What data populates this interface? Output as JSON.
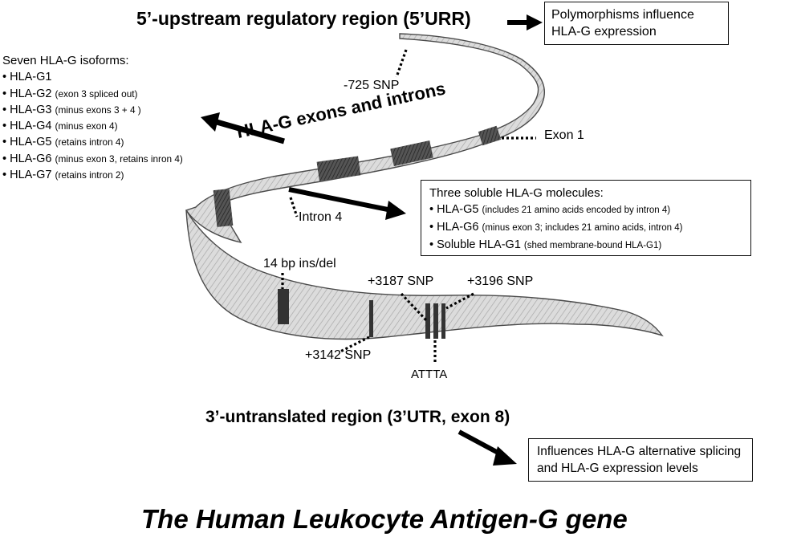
{
  "header": {
    "urr_title": "5’-upstream regulatory region (5’URR)",
    "urr_note_line1": "Polymorphisms influence",
    "urr_note_line2": "HLA-G expression"
  },
  "exons": {
    "heading": "HLA-G exons and introns",
    "exon1": "Exon 1",
    "intron4": "Intron 4",
    "snp_725": "-725 SNP"
  },
  "isoforms": {
    "title": "Seven HLA-G isoforms:",
    "items": [
      {
        "name": "• HLA-G1",
        "note": ""
      },
      {
        "name": "• HLA-G2",
        "note": "(exon 3 spliced out)"
      },
      {
        "name": "• HLA-G3",
        "note": "(minus exons 3 + 4 )"
      },
      {
        "name": "• HLA-G4",
        "note": "(minus exon 4)"
      },
      {
        "name": "• HLA-G5",
        "note": "(retains intron 4)"
      },
      {
        "name": "• HLA-G6",
        "note": "(minus exon 3, retains inron 4)"
      },
      {
        "name": "• HLA-G7",
        "note": "(retains intron 2)"
      }
    ]
  },
  "soluble": {
    "title": "Three soluble HLA-G molecules:",
    "items": [
      {
        "name": "• HLA-G5",
        "note": "(includes 21 amino acids encoded by intron 4)"
      },
      {
        "name": "• HLA-G6",
        "note": "(minus exon 3; includes 21 amino acids, intron 4)"
      },
      {
        "name": "• Soluble HLA-G1",
        "note": "(shed membrane-bound HLA-G1)"
      }
    ]
  },
  "utr": {
    "ins_del": "14 bp ins/del",
    "snp_3187": "+3187 SNP",
    "snp_3196": "+3196 SNP",
    "snp_3142": "+3142 SNP",
    "atttta": "ATTTA",
    "title": "3’-untranslated region (3’UTR, exon 8)",
    "note_line1": "Influences HLA-G alternative splicing",
    "note_line2": "and HLA-G expression levels"
  },
  "caption": "The Human Leukocyte Antigen-G gene",
  "colors": {
    "ribbon_fill": "#d9d9d9",
    "ribbon_stroke": "#4a4a4a",
    "band_dark": "#3a3a3a",
    "ink": "#000000"
  }
}
